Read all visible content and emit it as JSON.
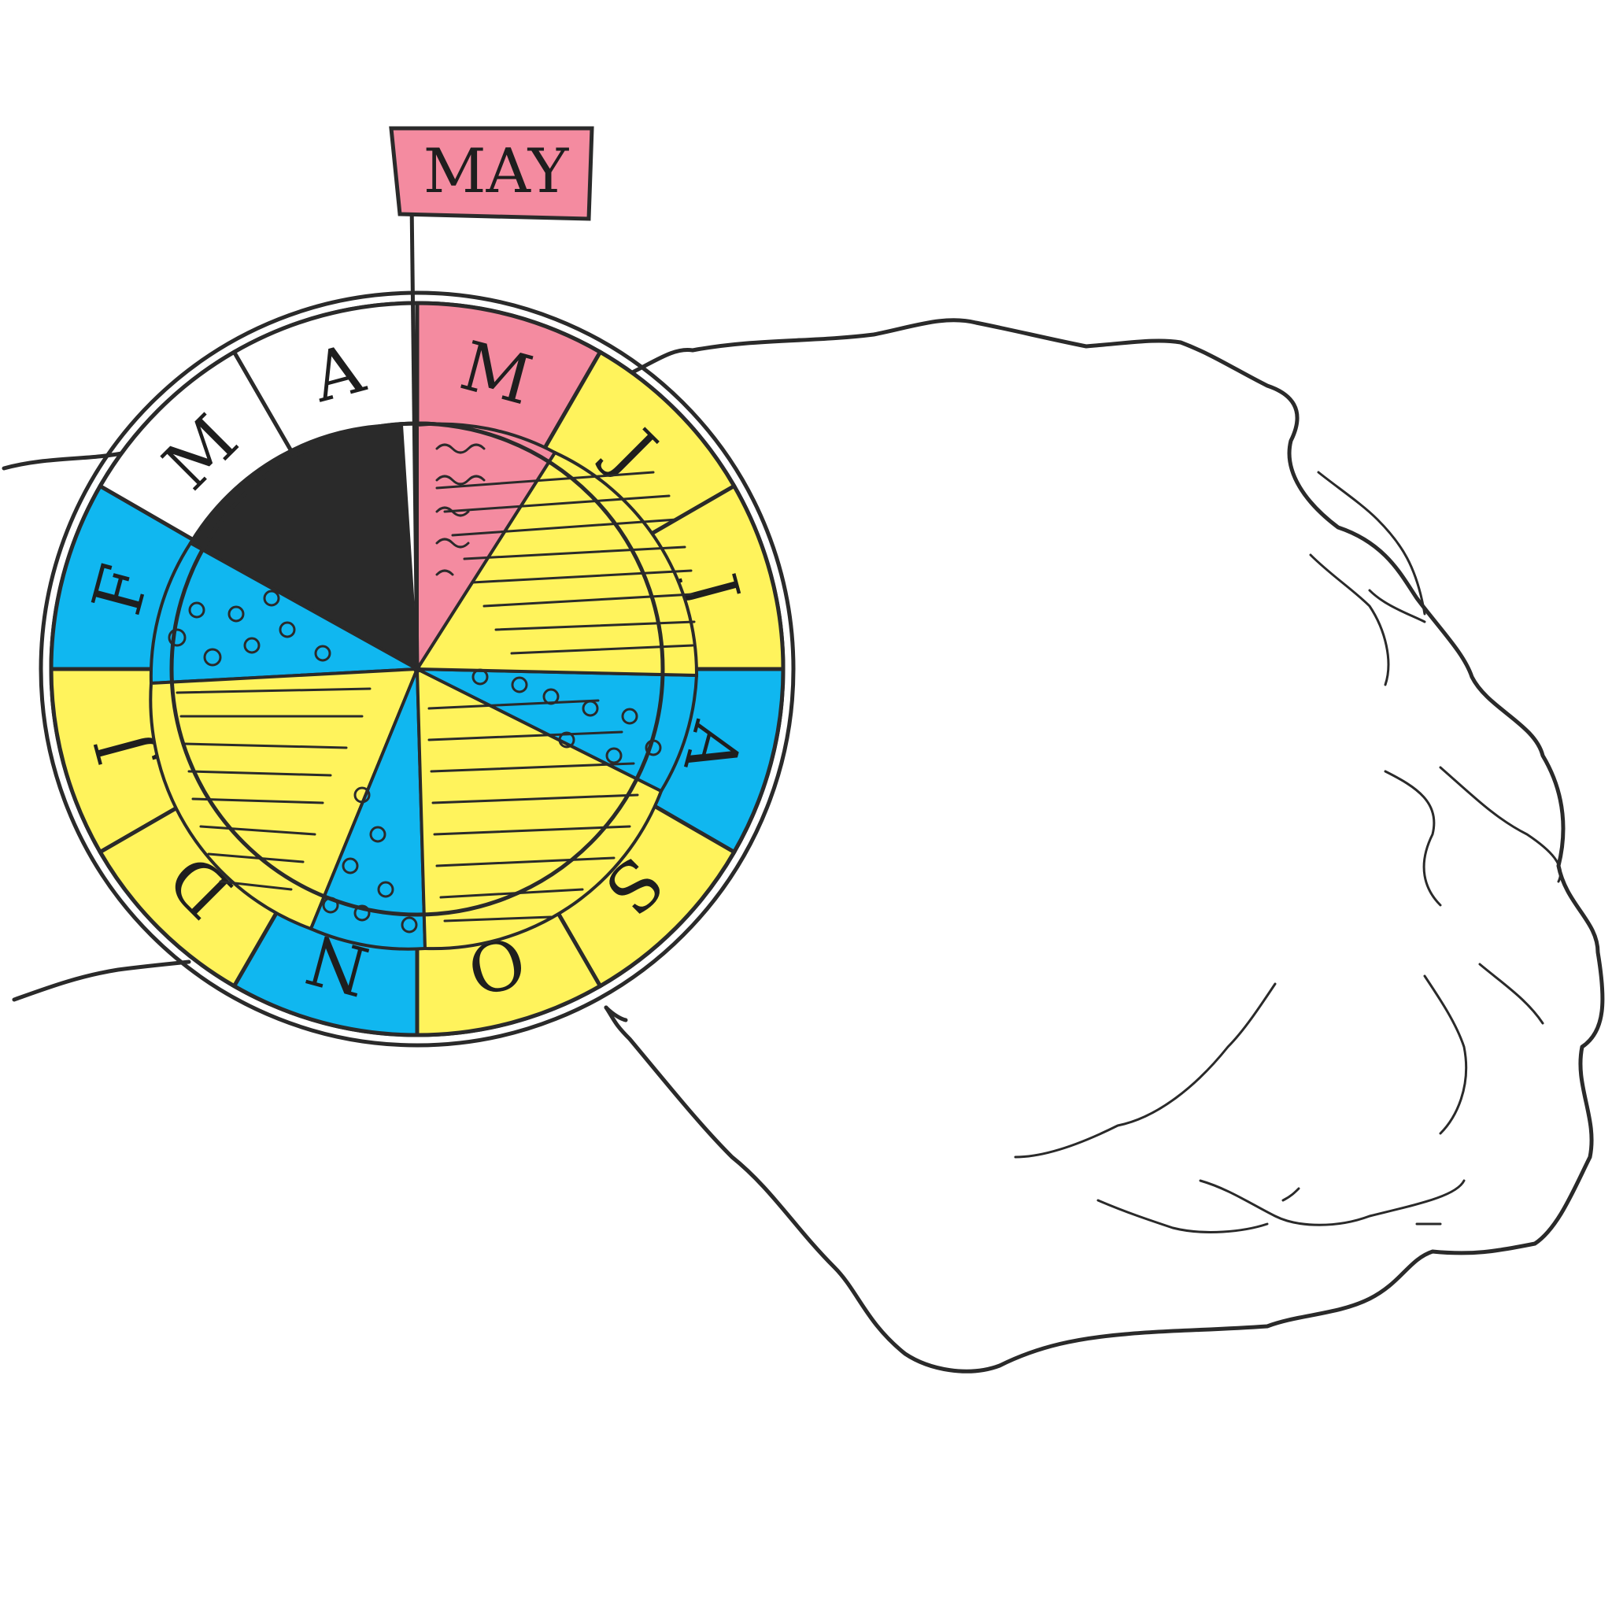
{
  "flag": {
    "label": "MAY"
  },
  "wheel": {
    "months": [
      {
        "letter": "J",
        "season_color": "#fff35c"
      },
      {
        "letter": "F",
        "season_color": "#10b7f0"
      },
      {
        "letter": "M",
        "season_color": "#ffffff"
      },
      {
        "letter": "A",
        "season_color": "#ffffff"
      },
      {
        "letter": "M",
        "season_color": "#f48ba0"
      },
      {
        "letter": "J",
        "season_color": "#fff35c"
      },
      {
        "letter": "J",
        "season_color": "#fff35c"
      },
      {
        "letter": "A",
        "season_color": "#10b7f0"
      },
      {
        "letter": "S",
        "season_color": "#fff35c"
      },
      {
        "letter": "O",
        "season_color": "#fff35c"
      },
      {
        "letter": "N",
        "season_color": "#10b7f0"
      },
      {
        "letter": "D",
        "season_color": "#fff35c"
      }
    ],
    "current_month_index": 4
  },
  "colors": {
    "yellow": "#fff35c",
    "blue": "#10b7f0",
    "pink": "#f48ba0",
    "black": "#2a2a2a",
    "ink": "#2a2a2a"
  }
}
